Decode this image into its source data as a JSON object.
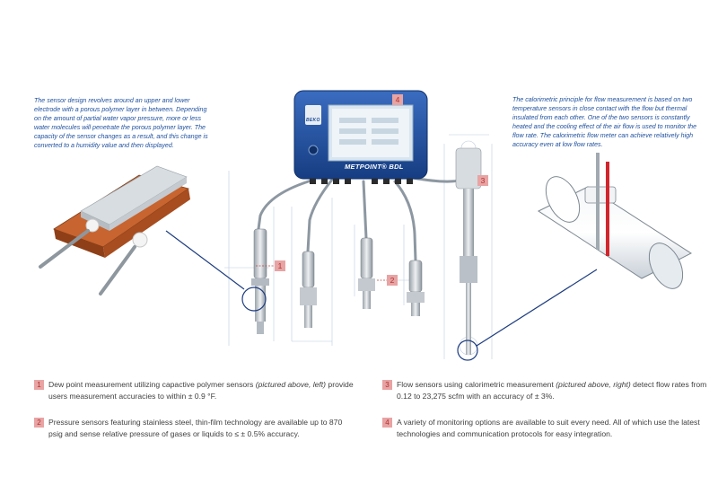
{
  "notes": {
    "dew_point": "The sensor design revolves around an upper and lower electrode with a porous polymer layer in between. Depending on the amount of partial water vapor pressure, more or less water molecules will penetrate the porous polymer layer. The capacity of the sensor changes as a result, and this change is converted to a humidity value and then displayed.",
    "flow": "The calorimetric principle for flow measurement is based on two temperature sensors in close contact with the flow but thermal insulated from each other.  One of the two sensors is constantly heated and the cooling effect of the air flow is used to monitor the flow rate.  The calorimetric flow meter can achieve relatively high accuracy even at low flow rates."
  },
  "device": {
    "brand": "METPOINT® BDL",
    "logo": "BEKO"
  },
  "labels": {
    "one": "1",
    "two": "2",
    "three": "3",
    "four": "4"
  },
  "items": [
    {
      "num": "1",
      "text_a": "Dew point measurement utilizing capactive polymer sensors ",
      "emph": "(pictured above, left)",
      "text_b": " provide users measurement accuracies to within ± 0.9 °F."
    },
    {
      "num": "2",
      "text_a": "Pressure sensors featuring stainless steel, thin-film technology are available up to 870 psig and sense relative pressure of gases or liquids to ≤ ± 0.5% accuracy."
    },
    {
      "num": "3",
      "text_a": "Flow sensors using calorimetric measurement ",
      "emph": "(pictured above, right)",
      "text_b": " detect flow rates from 0.12 to 23,275 scfm with an accuracy of ± 3%."
    },
    {
      "num": "4",
      "text_a": "A variety of monitoring options are available to suit every need.  All of which use the latest technologies and communication protocols for easy integration."
    }
  ],
  "colors": {
    "text_blue": "#1d4f9e",
    "badge_pink": "#e8a3a3",
    "badge_red": "#b03030",
    "device_blue": "#1f4e9b",
    "copper": "#c8642f",
    "red_sensor": "#d2262e"
  }
}
